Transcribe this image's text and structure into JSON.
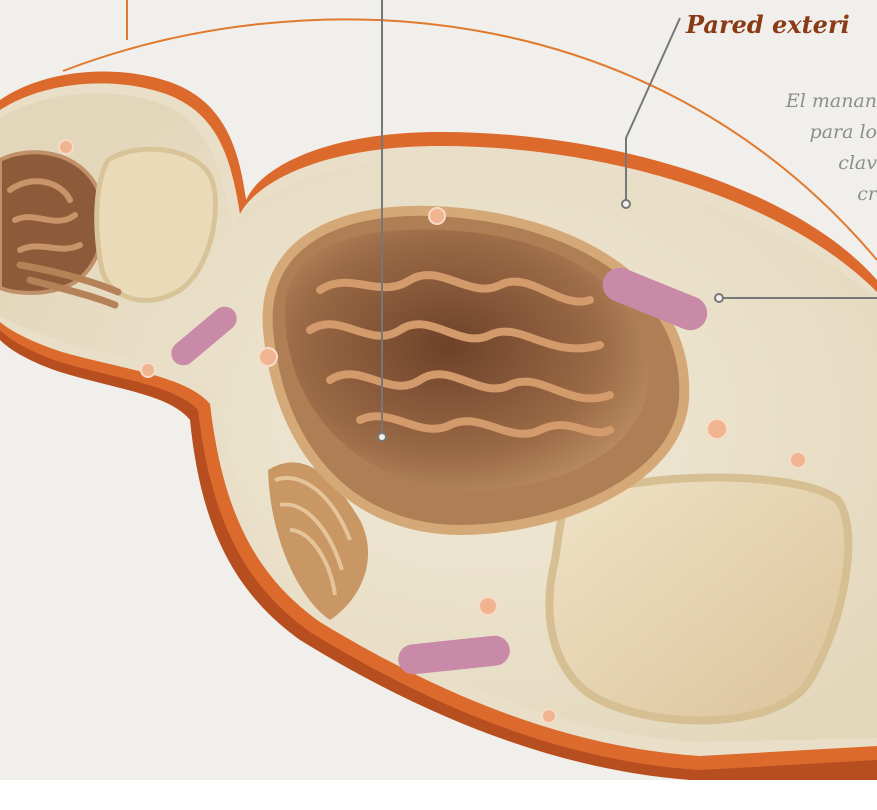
{
  "callout": {
    "title": "Pared exteri",
    "description_lines": [
      "El manan",
      "para lo",
      "clav",
      "cr"
    ]
  },
  "colors": {
    "background": "#f1efec",
    "leader_orange": "#e07a2e",
    "leader_gray": "#777777",
    "cell_wall": "#d0602a",
    "cytoplasm": "#ece3cf",
    "nucleus": "#8a5a3c",
    "vacuole": "#e4d0a8",
    "mitochondria": "#c98aa8",
    "title_text": "#8a3a14",
    "description_text": "#8d8d8d"
  },
  "structures": [
    "cell-wall-icon",
    "bud-cell-icon",
    "nucleus-icon",
    "endoplasmic-reticulum-icon",
    "golgi-icon",
    "vacuole-icon",
    "mitochondrion-icon",
    "lipid-droplet-icon"
  ]
}
